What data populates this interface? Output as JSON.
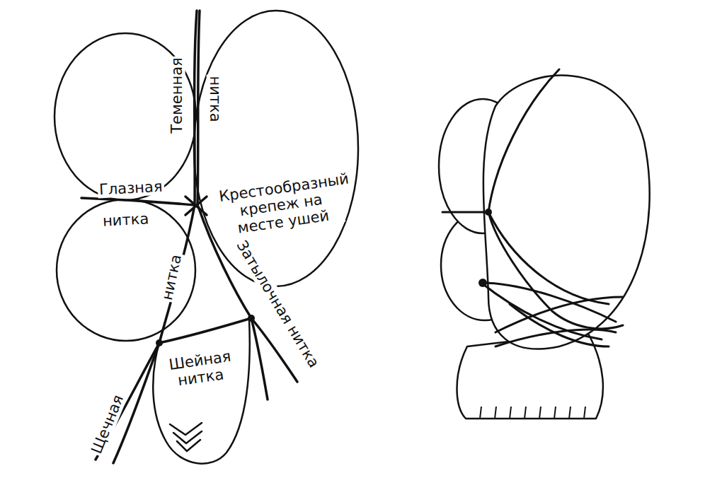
{
  "diagram": {
    "labels": [
      "Теменная",
      "нитка",
      "Глазная",
      "нитка",
      "Крестообразный крепеж на месте ушей",
      "Затылочная нитка",
      "нитка",
      "Щечная",
      "Шейная нитка"
    ]
  }
}
